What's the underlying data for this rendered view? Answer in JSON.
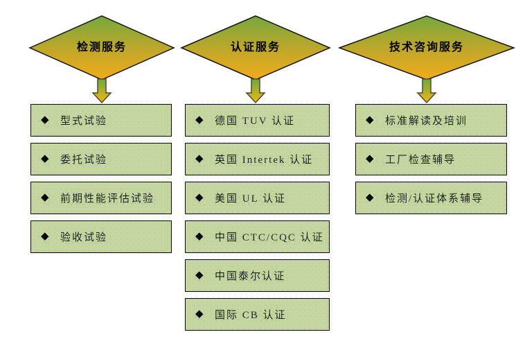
{
  "diagram": {
    "bullet": "◆",
    "columns": [
      {
        "header": "检测服务",
        "items": [
          "型式试验",
          "委托试验",
          "前期性能评估试验",
          "验收试验"
        ]
      },
      {
        "header": "认证服务",
        "items": [
          "德国 TUV 认证",
          "英国 Intertek 认证",
          "美国 UL 认证",
          "中国 CTC/CQC 认证",
          "中国泰尔认证",
          "国际 CB 认证"
        ]
      },
      {
        "header": "技术咨询服务",
        "items": [
          "标准解读及培训",
          "工厂检查辅导",
          "检测/认证体系辅导"
        ]
      }
    ],
    "colors": {
      "diamond_gradient_top": "#76a83c",
      "diamond_gradient_bottom": "#f0ac1b",
      "arrow_gradient_top": "#6fa83c",
      "arrow_gradient_bottom": "#f2b616",
      "arrow_outline": "#4a4a33",
      "box_pattern_green": "#8cc344",
      "box_pattern_white": "#ffffff",
      "shape_outline": "#000000",
      "background": "#ffffff"
    }
  }
}
